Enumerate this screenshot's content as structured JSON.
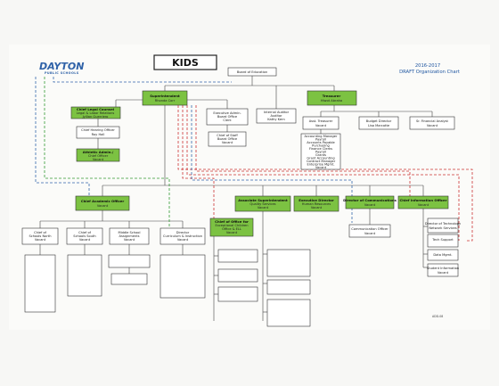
{
  "header": {
    "logo_text": "DAYTON",
    "logo_sub": "PUBLIC SCHOOLS",
    "title": "KIDS",
    "year": "2016-2017",
    "chart_title": "DRAFT Organization Chart"
  },
  "nodes": {
    "board": "Board of Education",
    "superintendent": [
      "Superintendent",
      "Rhonda Corr"
    ],
    "treasurer": [
      "Treasurer",
      "Hiwot Abraha"
    ],
    "exec_asst": [
      "Executive Admin.",
      "Board Office",
      "Clerk"
    ],
    "internal_auditor": [
      "Internal Auditor",
      "Auditor",
      "Kathy Kern"
    ],
    "chief_staff": [
      "Chief of Staff",
      "Board Office",
      "Vacant"
    ],
    "legal": [
      "Chief Legal Counsel",
      "Legal & Labor Relations",
      "Jyllian Guerriero"
    ],
    "hearing": [
      "Chief Hearing Officer",
      "Roy Hall"
    ],
    "athletic": [
      "Athletic Admin./",
      "Chief Officer",
      "Vacant"
    ],
    "asst_treasurer": [
      "Asst. Treasurer",
      "Vacant"
    ],
    "budget": [
      "Budget Director",
      "Lisa Marcotte"
    ],
    "sr_fin": [
      "Sr. Financial Analyst",
      "Vacant"
    ],
    "treasury_list": [
      "Accounting Manager",
      "Payroll",
      "Accounts Payable",
      "Purchasing",
      "Finance Clerks",
      "Payroll",
      "Grants",
      "Grant Accounting",
      "Contract Manager",
      "Enterprise Mgmt.",
      "Vacant"
    ],
    "academic": [
      "Chief Academic Officer",
      "Vacant"
    ],
    "ops": [
      "Associate Superintendent",
      "Quality Services",
      "Vacant"
    ],
    "hr": [
      "Executive Director",
      "Human Resources",
      "Vacant"
    ],
    "comms": [
      "Director of Communications",
      "Vacant"
    ],
    "info": [
      "Chief Information Officer",
      "Vacant"
    ],
    "inter_district": [
      "Chief of Office for",
      "Exceptional Children",
      "Office & ELL",
      "Vacant"
    ],
    "schools_north": [
      "Chief of",
      "Schools North",
      "Vacant"
    ],
    "schools_south": [
      "Chief of",
      "Schools South",
      "Vacant"
    ],
    "ms_assign": [
      "Middle School",
      "Assignments",
      "Vacant"
    ],
    "curriculum": [
      "Director",
      "Curriculum & Instruction",
      "Vacant"
    ],
    "info_list": [
      "Director of Technology",
      "Network Services",
      "Tech Support",
      "Data Mgmt.",
      "Student Information",
      "Vacant"
    ],
    "comm_sub": [
      "Communication Officer",
      "Vacant"
    ],
    "footer_id": "ADD-08"
  },
  "colors": {
    "accent_green": "#7cc242",
    "brand_blue": "#2f62a8",
    "line_red": "#cc3333",
    "line_blue": "#3366aa"
  }
}
